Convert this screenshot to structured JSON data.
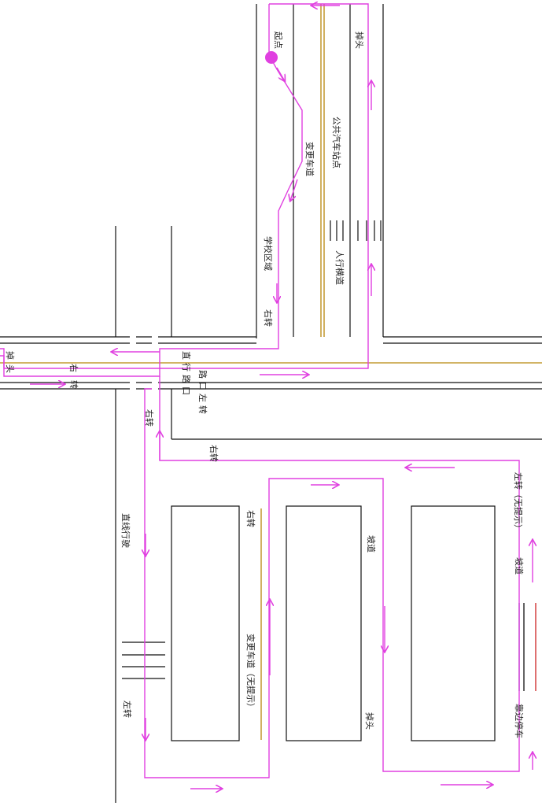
{
  "colors": {
    "route": "#e040e0",
    "road": "#111111",
    "center_line": "#b8860b",
    "start_dot": "#e040e0",
    "label": "#222222",
    "stop_line_red": "#cc2222",
    "stop_line_blue": "#222288"
  },
  "start_icon": "start-dot-icon",
  "labels": {
    "start": "起点",
    "uturn_top": "掉头",
    "change_lane_top": "变更车道",
    "bus_stop": "公共汽车站点",
    "school_zone": "学校区域",
    "crosswalk": "人行横道",
    "right_turn_top": "右转",
    "uturn_left": "掉头",
    "right_turn_left": "右转",
    "straight_intersection": "直行路口",
    "left_turn_intersection": "路口左转",
    "right_turn_mid": "右转",
    "right_turn_lower": "右转",
    "straight_drive": "直线行驶",
    "left_turn_bottom": "左转",
    "right_turn_inner": "右转",
    "change_lane_no_signal": "变更车道（无提示）",
    "slope_mid": "坡道",
    "uturn_bottom": "掉头",
    "left_turn_no_signal": "左转（无提示）",
    "slope_right": "坡道",
    "pull_over": "靠边停车"
  }
}
